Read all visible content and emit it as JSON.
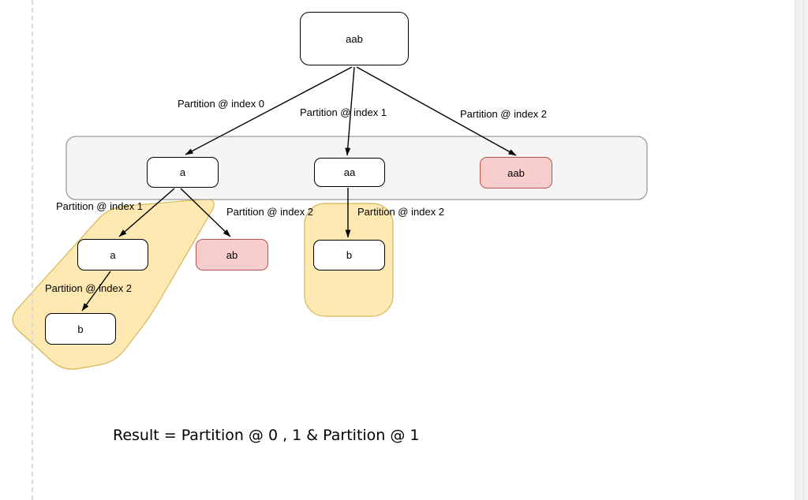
{
  "diagram": {
    "title_string": "aab",
    "nodes": {
      "root": "aab",
      "l1_a": "a",
      "l1_aa": "aa",
      "l1_aab": "aab",
      "l2_a": "a",
      "l2_ab": "ab",
      "l2_b": "b",
      "l3_b": "b"
    },
    "edge_labels": {
      "root_0": "Partition @ index 0",
      "root_1": "Partition @ index 1",
      "root_2": "Partition @ index 2",
      "a_1": "Partition @ index 1",
      "a_2": "Partition @ index 2",
      "aa_2": "Partition @ index 2",
      "a2_2": "Partition @ index 2"
    },
    "result_text": "Result = Partition @ 0 , 1 & Partition @ 1",
    "colors": {
      "highlight_yellow_fill": "#ffe9b3",
      "highlight_yellow_stroke": "#d6b656",
      "rejected_pink_fill": "#f8cecc",
      "rejected_pink_stroke": "#b85450",
      "container_fill": "#f5f5f5",
      "container_stroke": "#999999",
      "edge_color": "#000000"
    }
  }
}
